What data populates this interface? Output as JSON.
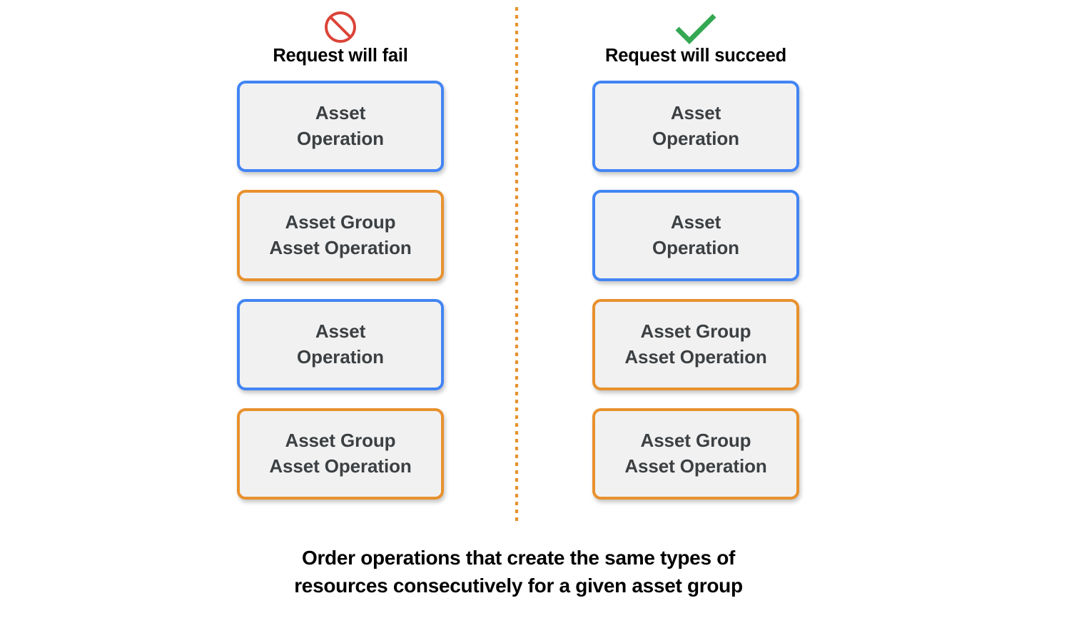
{
  "columns": [
    {
      "id": "fail",
      "icon": "prohibition-icon",
      "icon_color": "#DB4437",
      "label": "Request will fail",
      "boxes": [
        {
          "text": "Asset\nOperation",
          "color": "blue",
          "border_color": "#4285F4"
        },
        {
          "text": "Asset Group\nAsset Operation",
          "color": "orange",
          "border_color": "#E8912D"
        },
        {
          "text": "Asset\nOperation",
          "color": "blue",
          "border_color": "#4285F4"
        },
        {
          "text": "Asset Group\nAsset Operation",
          "color": "orange",
          "border_color": "#E8912D"
        }
      ]
    },
    {
      "id": "succeed",
      "icon": "check-icon",
      "icon_color": "#34A853",
      "label": "Request will succeed",
      "boxes": [
        {
          "text": "Asset\nOperation",
          "color": "blue",
          "border_color": "#4285F4"
        },
        {
          "text": "Asset\nOperation",
          "color": "blue",
          "border_color": "#4285F4"
        },
        {
          "text": "Asset Group\nAsset Operation",
          "color": "orange",
          "border_color": "#E8912D"
        },
        {
          "text": "Asset Group\nAsset Operation",
          "color": "orange",
          "border_color": "#E8912D"
        }
      ]
    }
  ],
  "divider": {
    "style": "dotted-vertical",
    "color": "#E8912D"
  },
  "caption": "Order operations that create the same types of\nresources consecutively for a given asset group",
  "palette": {
    "blue": "#4285F4",
    "orange": "#E8912D",
    "box_fill": "#F1F1F1",
    "box_text": "#3C4043",
    "red": "#DB4437",
    "green": "#34A853",
    "background": "#FFFFFF"
  }
}
